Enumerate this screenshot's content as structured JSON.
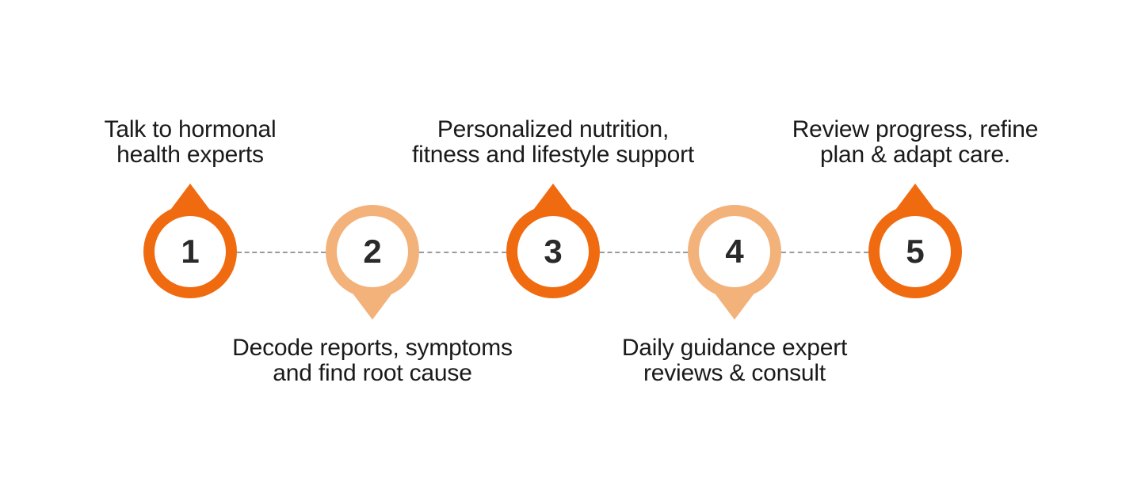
{
  "colors": {
    "primary": "#F06A10",
    "secondary": "#F2B27A",
    "text": "#1a1a1a",
    "number": "#2a2a2a",
    "connector": "#9a9a9a"
  },
  "steps": [
    {
      "number": "1",
      "lines": [
        "Talk to hormonal",
        "health experts"
      ],
      "variant": "primary",
      "pointer": "up",
      "label_position": "top"
    },
    {
      "number": "2",
      "lines": [
        "Decode reports, symptoms",
        "and find root cause"
      ],
      "variant": "secondary",
      "pointer": "down",
      "label_position": "bottom"
    },
    {
      "number": "3",
      "lines": [
        "Personalized nutrition,",
        "fitness and lifestyle support"
      ],
      "variant": "primary",
      "pointer": "up",
      "label_position": "top"
    },
    {
      "number": "4",
      "lines": [
        "Daily guidance expert",
        "reviews & consult"
      ],
      "variant": "secondary",
      "pointer": "down",
      "label_position": "bottom"
    },
    {
      "number": "5",
      "lines": [
        "Review progress, refine",
        "plan & adapt care."
      ],
      "variant": "primary",
      "pointer": "up",
      "label_position": "top"
    }
  ]
}
